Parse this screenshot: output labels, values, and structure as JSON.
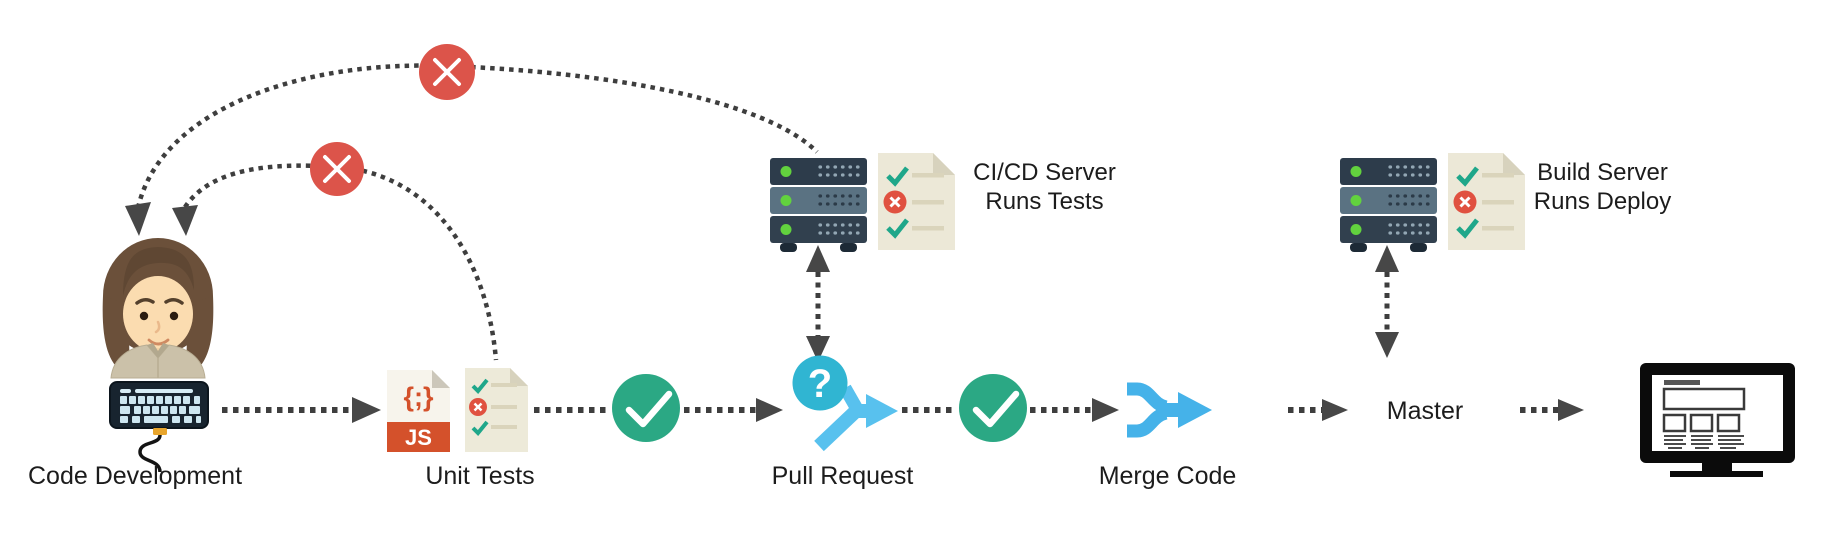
{
  "palette": {
    "fail_red": "#dc544a",
    "pass_green": "#2ba884",
    "question_blue": "#30b5d2",
    "branch_blue": "#58c1ee",
    "merge_blue": "#45b2e9",
    "arrow_gray": "#3e3e3e",
    "arrowhead_gray": "#474747",
    "js_orange": "#d4512b",
    "doc_cream": "#edead9",
    "server_dark": "#2d3c4b",
    "server_mid": "#5a7282",
    "led_green": "#62d23e",
    "hair_brown": "#6b503a",
    "skin_tone": "#fbdcb0",
    "shirt_tan": "#cbc1a9",
    "monitor_black": "#0b0b0b"
  },
  "nodes": {
    "code_development": {
      "label": "Code Development"
    },
    "unit_tests": {
      "label": "Unit Tests",
      "js_symbol": "{;}",
      "js_badge": "JS"
    },
    "pull_request": {
      "label": "Pull Request",
      "question": "?"
    },
    "merge_code": {
      "label": "Merge Code"
    },
    "master": {
      "label": "Master"
    },
    "cicd_server": {
      "line1": "CI/CD Server",
      "line2": "Runs Tests"
    },
    "build_server": {
      "line1": "Build Server",
      "line2": "Runs Deploy"
    }
  }
}
